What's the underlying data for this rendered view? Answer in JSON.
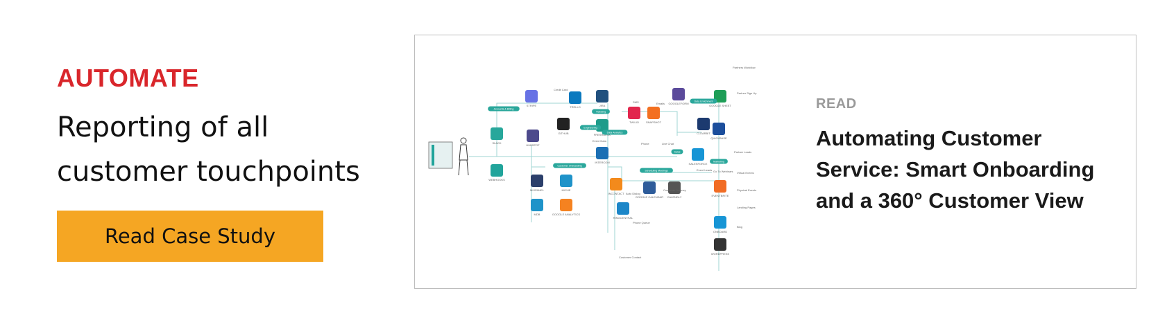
{
  "promo": {
    "eyebrow": "AUTOMATE",
    "headline": "Reporting of all customer touchpoints",
    "cta_label": "Read Case Study",
    "colors": {
      "eyebrow": "#d9262b",
      "button": "#f5a623"
    }
  },
  "card": {
    "read_label": "READ",
    "title": "Automating Customer Service: Smart Onboarding and a 360° Customer View",
    "diagram": {
      "apps": [
        {
          "label": "SLACK"
        },
        {
          "label": "WEBHOOKS"
        },
        {
          "label": "HUBSPOT"
        },
        {
          "label": "STRIPE"
        },
        {
          "label": "GITHUB"
        },
        {
          "label": "TRELLO"
        },
        {
          "label": "JIRA"
        },
        {
          "label": "FRESHDESK"
        },
        {
          "label": "INTERCOM"
        },
        {
          "label": "TWILIO"
        },
        {
          "label": "SNAPSHOT"
        },
        {
          "label": "GOOGLEFORM"
        },
        {
          "label": "CLEARBIT"
        },
        {
          "label": "GOOGLE SHEET"
        },
        {
          "label": "QUICKBASE"
        },
        {
          "label": "SALESFORCE"
        },
        {
          "label": "ONBOARD"
        },
        {
          "label": "MIXPANEL"
        },
        {
          "label": "MOXIE"
        },
        {
          "label": "MDB"
        },
        {
          "label": "GOOGLE ANALYTICS"
        },
        {
          "label": "INCONTACT"
        },
        {
          "label": "RINGCENTRAL"
        },
        {
          "label": "GOOGLE CALENDAR"
        },
        {
          "label": "CALENDLY"
        },
        {
          "label": "EVENTBRITE"
        },
        {
          "label": "WORDPRESS"
        }
      ],
      "tags": [
        {
          "label": "Customer Onboarding"
        },
        {
          "label": "Accounts & Billing"
        },
        {
          "label": "Engineering"
        },
        {
          "label": "Ticketing"
        },
        {
          "label": "Data Enrichment"
        },
        {
          "label": "Scheduling Meetings"
        },
        {
          "label": "Data Analytics"
        },
        {
          "label": "Marketing"
        },
        {
          "label": "Sales"
        }
      ],
      "notes": [
        {
          "label": "Credit Card"
        },
        {
          "label": "Event Data"
        },
        {
          "label": "SMS"
        },
        {
          "label": "Emails"
        },
        {
          "label": "Phone"
        },
        {
          "label": "Live Chat"
        },
        {
          "label": "Partner Sign Up"
        },
        {
          "label": "Partner Leads"
        },
        {
          "label": "Auto Dialog"
        },
        {
          "label": "Phone Queue"
        },
        {
          "label": "Event Leads"
        },
        {
          "label": "Virtual Events"
        },
        {
          "label": "Physical Events"
        },
        {
          "label": "Landing Pages"
        },
        {
          "label": "Blog"
        },
        {
          "label": "Go To Webinars"
        },
        {
          "label": "Customer Contact"
        },
        {
          "label": "Customer Journey"
        },
        {
          "label": "Partners Workflow"
        }
      ]
    }
  }
}
